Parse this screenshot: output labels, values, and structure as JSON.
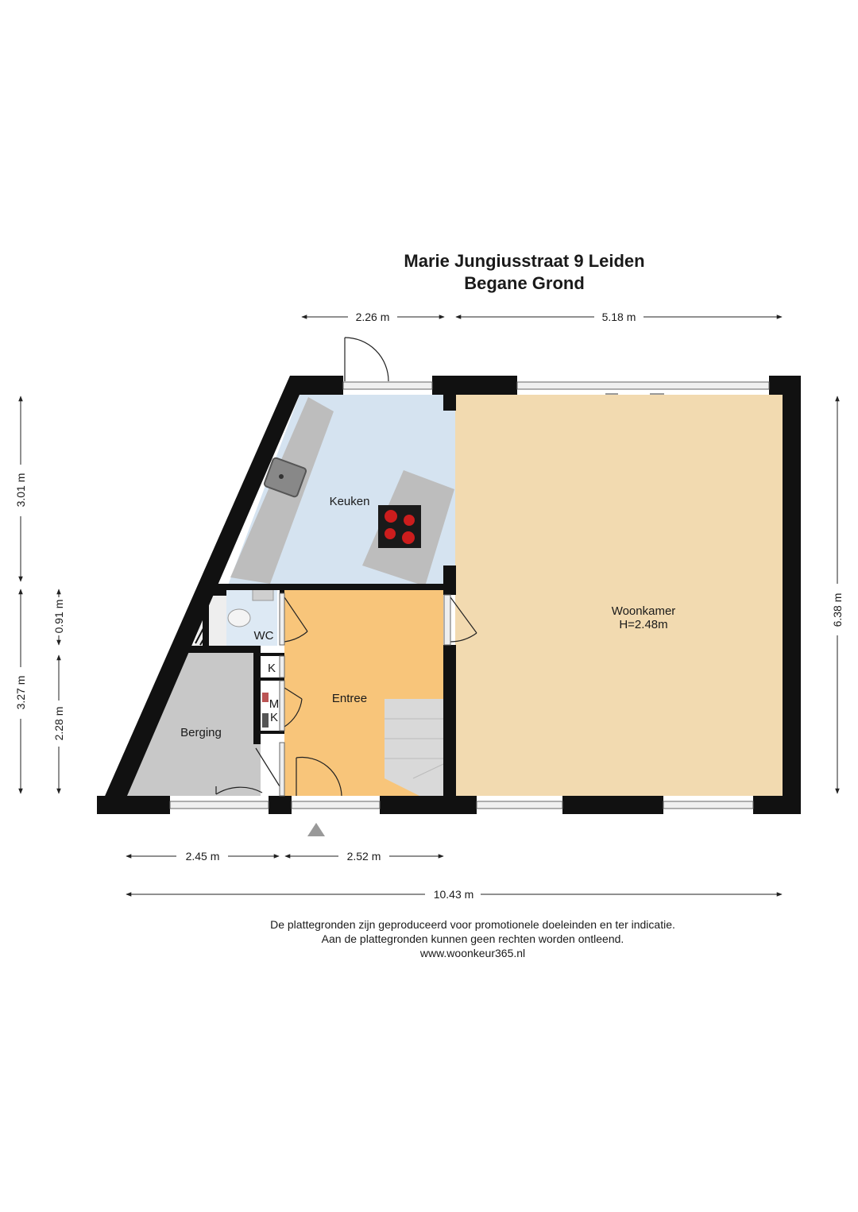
{
  "header": {
    "address": "Marie Jungiusstraat 9  Leiden",
    "floor": "Begane Grond"
  },
  "rooms": {
    "kitchen": "Keuken",
    "living": "Woonkamer",
    "living_height": "H=2.48m",
    "entrance": "Entree",
    "storage": "Berging",
    "toilet": "WC",
    "cupboard_k": "K",
    "meter_m": "M",
    "meter_k": "K"
  },
  "dimensions": {
    "top_kitchen": "2.26 m",
    "top_living": "5.18 m",
    "left_upper": "3.01 m",
    "left_lower": "3.27 m",
    "left_wc": "0.91 m",
    "left_storage": "2.28 m",
    "right_total": "6.38 m",
    "bottom_storage": "2.45 m",
    "bottom_entrance": "2.52 m",
    "bottom_total": "10.43 m"
  },
  "footer": {
    "line1": "De plattegronden zijn geproduceerd voor promotionele doeleinden en ter indicatie.",
    "line2": "Aan de plattegronden kunnen geen rechten worden ontleend.",
    "line3": "www.woonkeur365.nl"
  },
  "colors": {
    "kitchen": "#d5e3f0",
    "living": "#f2dab0",
    "entrance": "#f8c57a",
    "storage": "#c8c8c8",
    "wc": "#dde9f4",
    "wall": "#111111"
  }
}
